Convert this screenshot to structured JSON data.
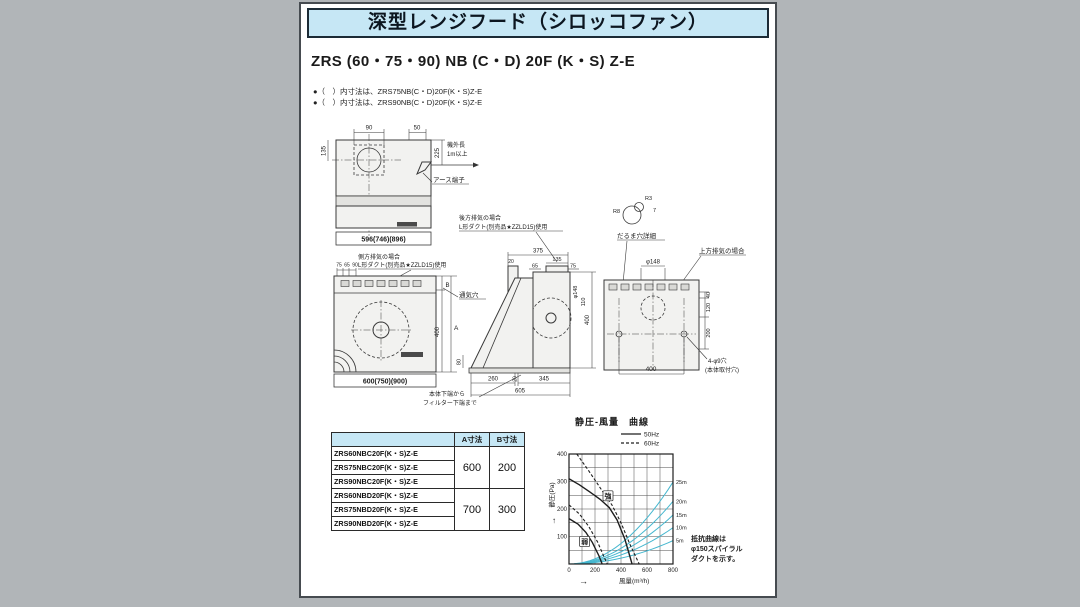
{
  "colors": {
    "page_bg": "#ffffff",
    "outer_bg": "#b1b5b8",
    "title_bg": "#c6e7f5",
    "table_header_bg": "#c6e7f5",
    "resistance_curve": "#45b7cf"
  },
  "header": {
    "title": "深型レンジフード（シロッコファン）",
    "model": "ZRS (60・75・90) NB (C・D) 20F (K・S) Z-E",
    "notes": [
      "●（　）内寸法は、ZRS75NB(C・D)20F(K・S)Z-E",
      "●（　）内寸法は、ZRS90NB(C・D)20F(K・S)Z-E"
    ]
  },
  "drawings": {
    "top_view": {
      "dim_90": "90",
      "dim_50": "50",
      "dim_135": "135",
      "dim_225": "225",
      "cord_note": [
        "機外長",
        "1m以上"
      ],
      "earth_label": "アース端子",
      "dim_width": "596(746)(896)"
    },
    "front_view": {
      "dims_top": [
        "75",
        "65",
        "90"
      ],
      "note_side_exhaust": [
        "側方排気の場合",
        "L形ダクト(別売品★ZZLD15)使用"
      ],
      "vent_label": "通気穴",
      "dim_b": "B",
      "dim_400": "400",
      "dim_a": "A",
      "dim_width": "600(750)(900)"
    },
    "side_view": {
      "note_rear_exhaust": [
        "後方排気の場合",
        "L形ダクト(別売品★ZZLD15)使用"
      ],
      "dim_375": "375",
      "dim_20_top": "20",
      "dim_135": "135",
      "dim_65": "65",
      "dim_75": "75",
      "dim_phi148": "φ148",
      "dim_110": "110",
      "dim_80": "80",
      "dim_400": "400",
      "dim_260": "260",
      "dim_20_bottom": "20",
      "dim_345": "345",
      "dim_605": "605",
      "note_filter": [
        "本体下端から",
        "フィルター下端まで"
      ]
    },
    "rear_view": {
      "daruma_label": "だるま穴詳細",
      "dim_r8": "R8",
      "dim_r3": "R3",
      "dim_7": "7",
      "dim_phi148": "φ148",
      "note_top_exhaust": "上方排気の場合",
      "dim_40": "40",
      "dim_120": "120",
      "dim_200": "200",
      "dim_400": "400",
      "note_holes": [
        "4-φ9穴",
        "(本体取付穴)"
      ]
    }
  },
  "table": {
    "headers": [
      "",
      "A寸法",
      "B寸法"
    ],
    "models": [
      "ZRS60NBC20F(K・S)Z-E",
      "ZRS75NBC20F(K・S)Z-E",
      "ZRS90NBC20F(K・S)Z-E",
      "ZRS60NBD20F(K・S)Z-E",
      "ZRS75NBD20F(K・S)Z-E",
      "ZRS90NBD20F(K・S)Z-E"
    ],
    "groups": [
      {
        "a": "600",
        "b": "200"
      },
      {
        "a": "700",
        "b": "300"
      }
    ]
  },
  "chart_data": {
    "type": "line",
    "title": "静圧-風量　曲線",
    "xlabel": "風量(m³/h)",
    "ylabel": "静圧(Pa)",
    "x_arrow": "→",
    "y_arrow": "↑",
    "xlim": [
      0,
      800
    ],
    "ylim": [
      0,
      400
    ],
    "x_ticks": [
      0,
      200,
      400,
      600,
      800
    ],
    "y_ticks": [
      100,
      200,
      300,
      400
    ],
    "grid_step_x": 100,
    "grid_step_y": 50,
    "grid": true,
    "legend_position": "top-right",
    "legend": [
      {
        "label": "50Hz",
        "style": "solid"
      },
      {
        "label": "60Hz",
        "style": "dashed"
      }
    ],
    "fan_curves": [
      {
        "name": "強 50Hz",
        "style": "solid",
        "points": [
          [
            0,
            310
          ],
          [
            80,
            288
          ],
          [
            160,
            262
          ],
          [
            240,
            235
          ],
          [
            310,
            205
          ],
          [
            370,
            160
          ],
          [
            430,
            90
          ],
          [
            470,
            25
          ],
          [
            485,
            0
          ]
        ]
      },
      {
        "name": "強 60Hz",
        "style": "dashed",
        "points": [
          [
            60,
            400
          ],
          [
            150,
            340
          ],
          [
            250,
            270
          ],
          [
            330,
            215
          ],
          [
            400,
            150
          ],
          [
            470,
            70
          ],
          [
            540,
            0
          ]
        ]
      },
      {
        "name": "弱 50Hz",
        "style": "solid",
        "points": [
          [
            0,
            165
          ],
          [
            70,
            145
          ],
          [
            130,
            115
          ],
          [
            180,
            78
          ],
          [
            230,
            30
          ],
          [
            255,
            0
          ]
        ]
      },
      {
        "name": "弱 60Hz",
        "style": "dashed",
        "points": [
          [
            0,
            215
          ],
          [
            80,
            182
          ],
          [
            150,
            138
          ],
          [
            220,
            80
          ],
          [
            270,
            25
          ],
          [
            295,
            0
          ]
        ]
      }
    ],
    "curve_labels": [
      {
        "text": "強",
        "x": 300,
        "y": 248
      },
      {
        "text": "弱",
        "x": 120,
        "y": 82
      }
    ],
    "resistance_curves": [
      {
        "label": "5m",
        "end_pressure": 85
      },
      {
        "label": "10m",
        "end_pressure": 132
      },
      {
        "label": "15m",
        "end_pressure": 178
      },
      {
        "label": "20m",
        "end_pressure": 228
      },
      {
        "label": "25m",
        "end_pressure": 298
      }
    ],
    "resistance_color": "#45b7cf",
    "note": [
      "抵抗曲線は",
      "φ150スパイラル",
      "ダクトを示す。"
    ]
  }
}
